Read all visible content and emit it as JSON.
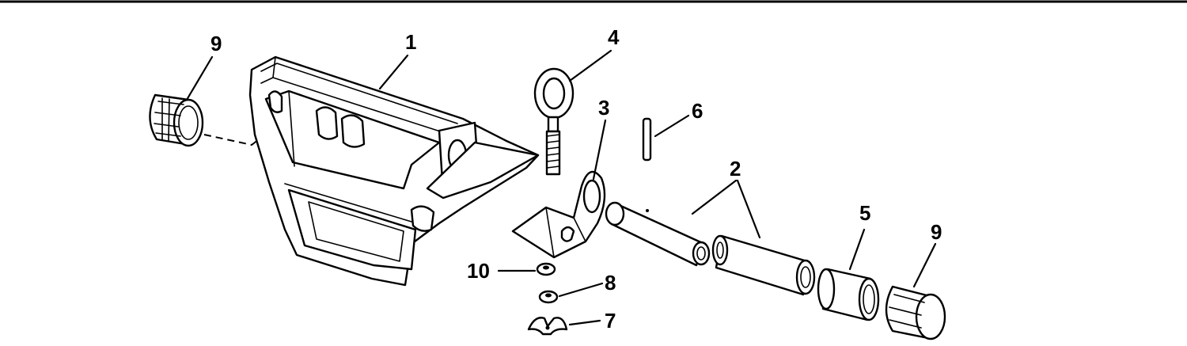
{
  "callouts": {
    "c1": "1",
    "c2": "2",
    "c3": "3",
    "c4": "4",
    "c5": "5",
    "c6": "6",
    "c7": "7",
    "c8": "8",
    "c9_left": "9",
    "c9_right": "9",
    "c10": "10"
  }
}
